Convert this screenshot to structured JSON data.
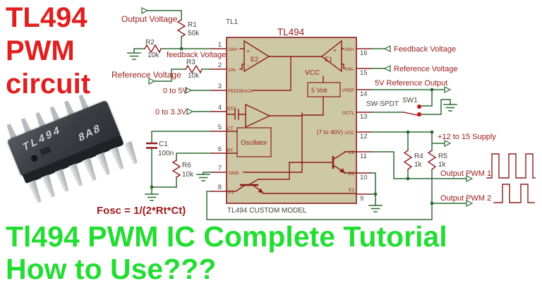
{
  "colors": {
    "bg": "#ffffff",
    "title-red": "#e02020",
    "caption-green": "#23dd33",
    "wire": "#2e6b30",
    "component": "#8e1b1b",
    "label-red": "#9b1b1b",
    "gray-text": "#44423e",
    "ic-fill": "#cdc9a6",
    "dot-red": "#c41111"
  },
  "title_block": {
    "line1": "TL494",
    "line2": "PWM",
    "line3": "circuit"
  },
  "chip_photo": {
    "marking1": "TL494",
    "marking2": "8A8"
  },
  "caption": {
    "line1": "Tl494 PWM IC Complete Tutorial",
    "line2": "How to Use???"
  },
  "schematic": {
    "ref": "TL1",
    "ic_title": "TL494",
    "model_note": "TL494 CUSTOM MODEL",
    "formula": "Fosc = 1/(2*Rt*Ct)",
    "internal": {
      "amp2": "E2",
      "amp1": "E1",
      "plus": "+",
      "minus": "-",
      "vcc": "VCC",
      "reg": "5 Volt",
      "osc": "Oscillator",
      "supply_range": "(7 to 40V)"
    },
    "pins_left": [
      {
        "num": "1",
        "name": "1IN+"
      },
      {
        "num": "2",
        "name": "1IN-"
      },
      {
        "num": "3",
        "name": "FEEDBACK"
      },
      {
        "num": "4",
        "name": "DTC"
      },
      {
        "num": "5",
        "name": "CT"
      },
      {
        "num": "6",
        "name": "RT"
      },
      {
        "num": "7",
        "name": "GND"
      },
      {
        "num": "8",
        "name": "C1"
      }
    ],
    "pins_right": [
      {
        "num": "16",
        "name": "2IN+"
      },
      {
        "num": "15",
        "name": "2IN-"
      },
      {
        "num": "14",
        "name": "VREF"
      },
      {
        "num": "13",
        "name": "OCTL"
      },
      {
        "num": "12",
        "name": "VCC"
      },
      {
        "num": "11",
        "name": "C2"
      },
      {
        "num": "10",
        "name": "E2"
      },
      {
        "num": "9",
        "name": "E1"
      }
    ],
    "nets_left": {
      "output_voltage": "Output Voltage",
      "feedback": "feedback Voltage",
      "reference": "Reference Voltage",
      "pin3": "0 to 5V",
      "pin4": "0 to 3.3V"
    },
    "nets_right": {
      "feedback": "Feedback Voltage",
      "reference": "Reference Voltage",
      "vref_out": "5V Reference Output",
      "supply": "+12 to 15 Supply",
      "pwm1": "Output PWM 1",
      "pwm2": "Output PWM 2"
    },
    "switch": {
      "type": "SW-SPDT",
      "ref": "SW1"
    },
    "components": {
      "r1": {
        "ref": "R1",
        "value": "50k"
      },
      "r2": {
        "ref": "R2",
        "value": "10k"
      },
      "r3": {
        "ref": "R3",
        "value": "10k"
      },
      "r4": {
        "ref": "R4",
        "value": "1k"
      },
      "r5": {
        "ref": "R5",
        "value": "1k"
      },
      "r6": {
        "ref": "R6",
        "value": "10k"
      },
      "c1": {
        "ref": "C1",
        "value": "100n"
      }
    }
  }
}
